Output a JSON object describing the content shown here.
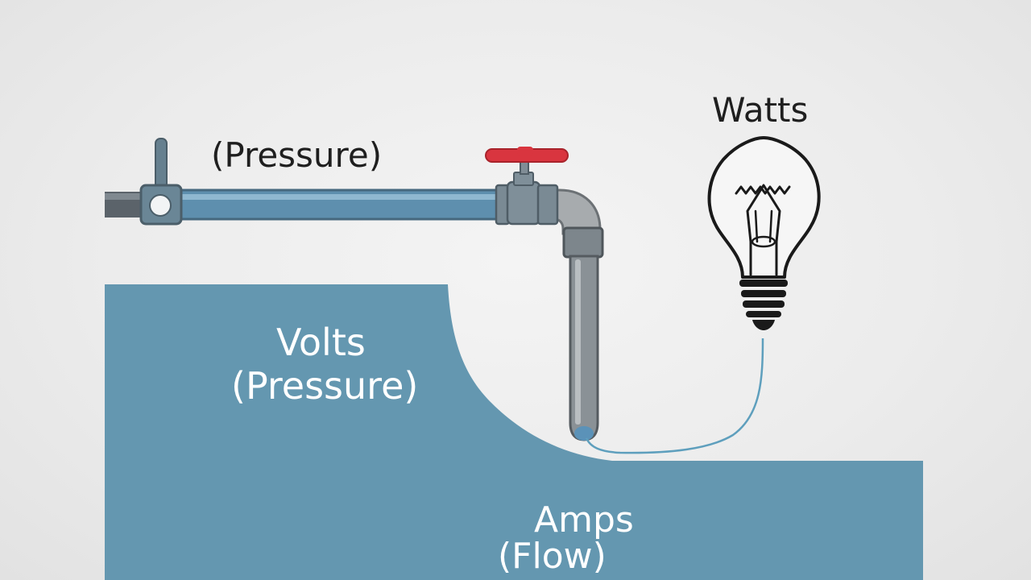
{
  "labels": {
    "pipe": "(Pressure)",
    "bulb": "Watts",
    "volts": "Volts",
    "volts_sub": "(Pressure)",
    "amps": "Amps",
    "amps_sub": "(Flow)"
  },
  "colors": {
    "water": "#6497b0",
    "pipe_blue": "#5e8fae",
    "pipe_grey": "#737c82",
    "valve_handle": "#d9353f",
    "bulb_outline": "#1a1a1a",
    "wire": "#5e9fbd",
    "background": "#ececec"
  },
  "icons": {
    "valve": "valve-icon",
    "bulb": "light-bulb-icon"
  }
}
